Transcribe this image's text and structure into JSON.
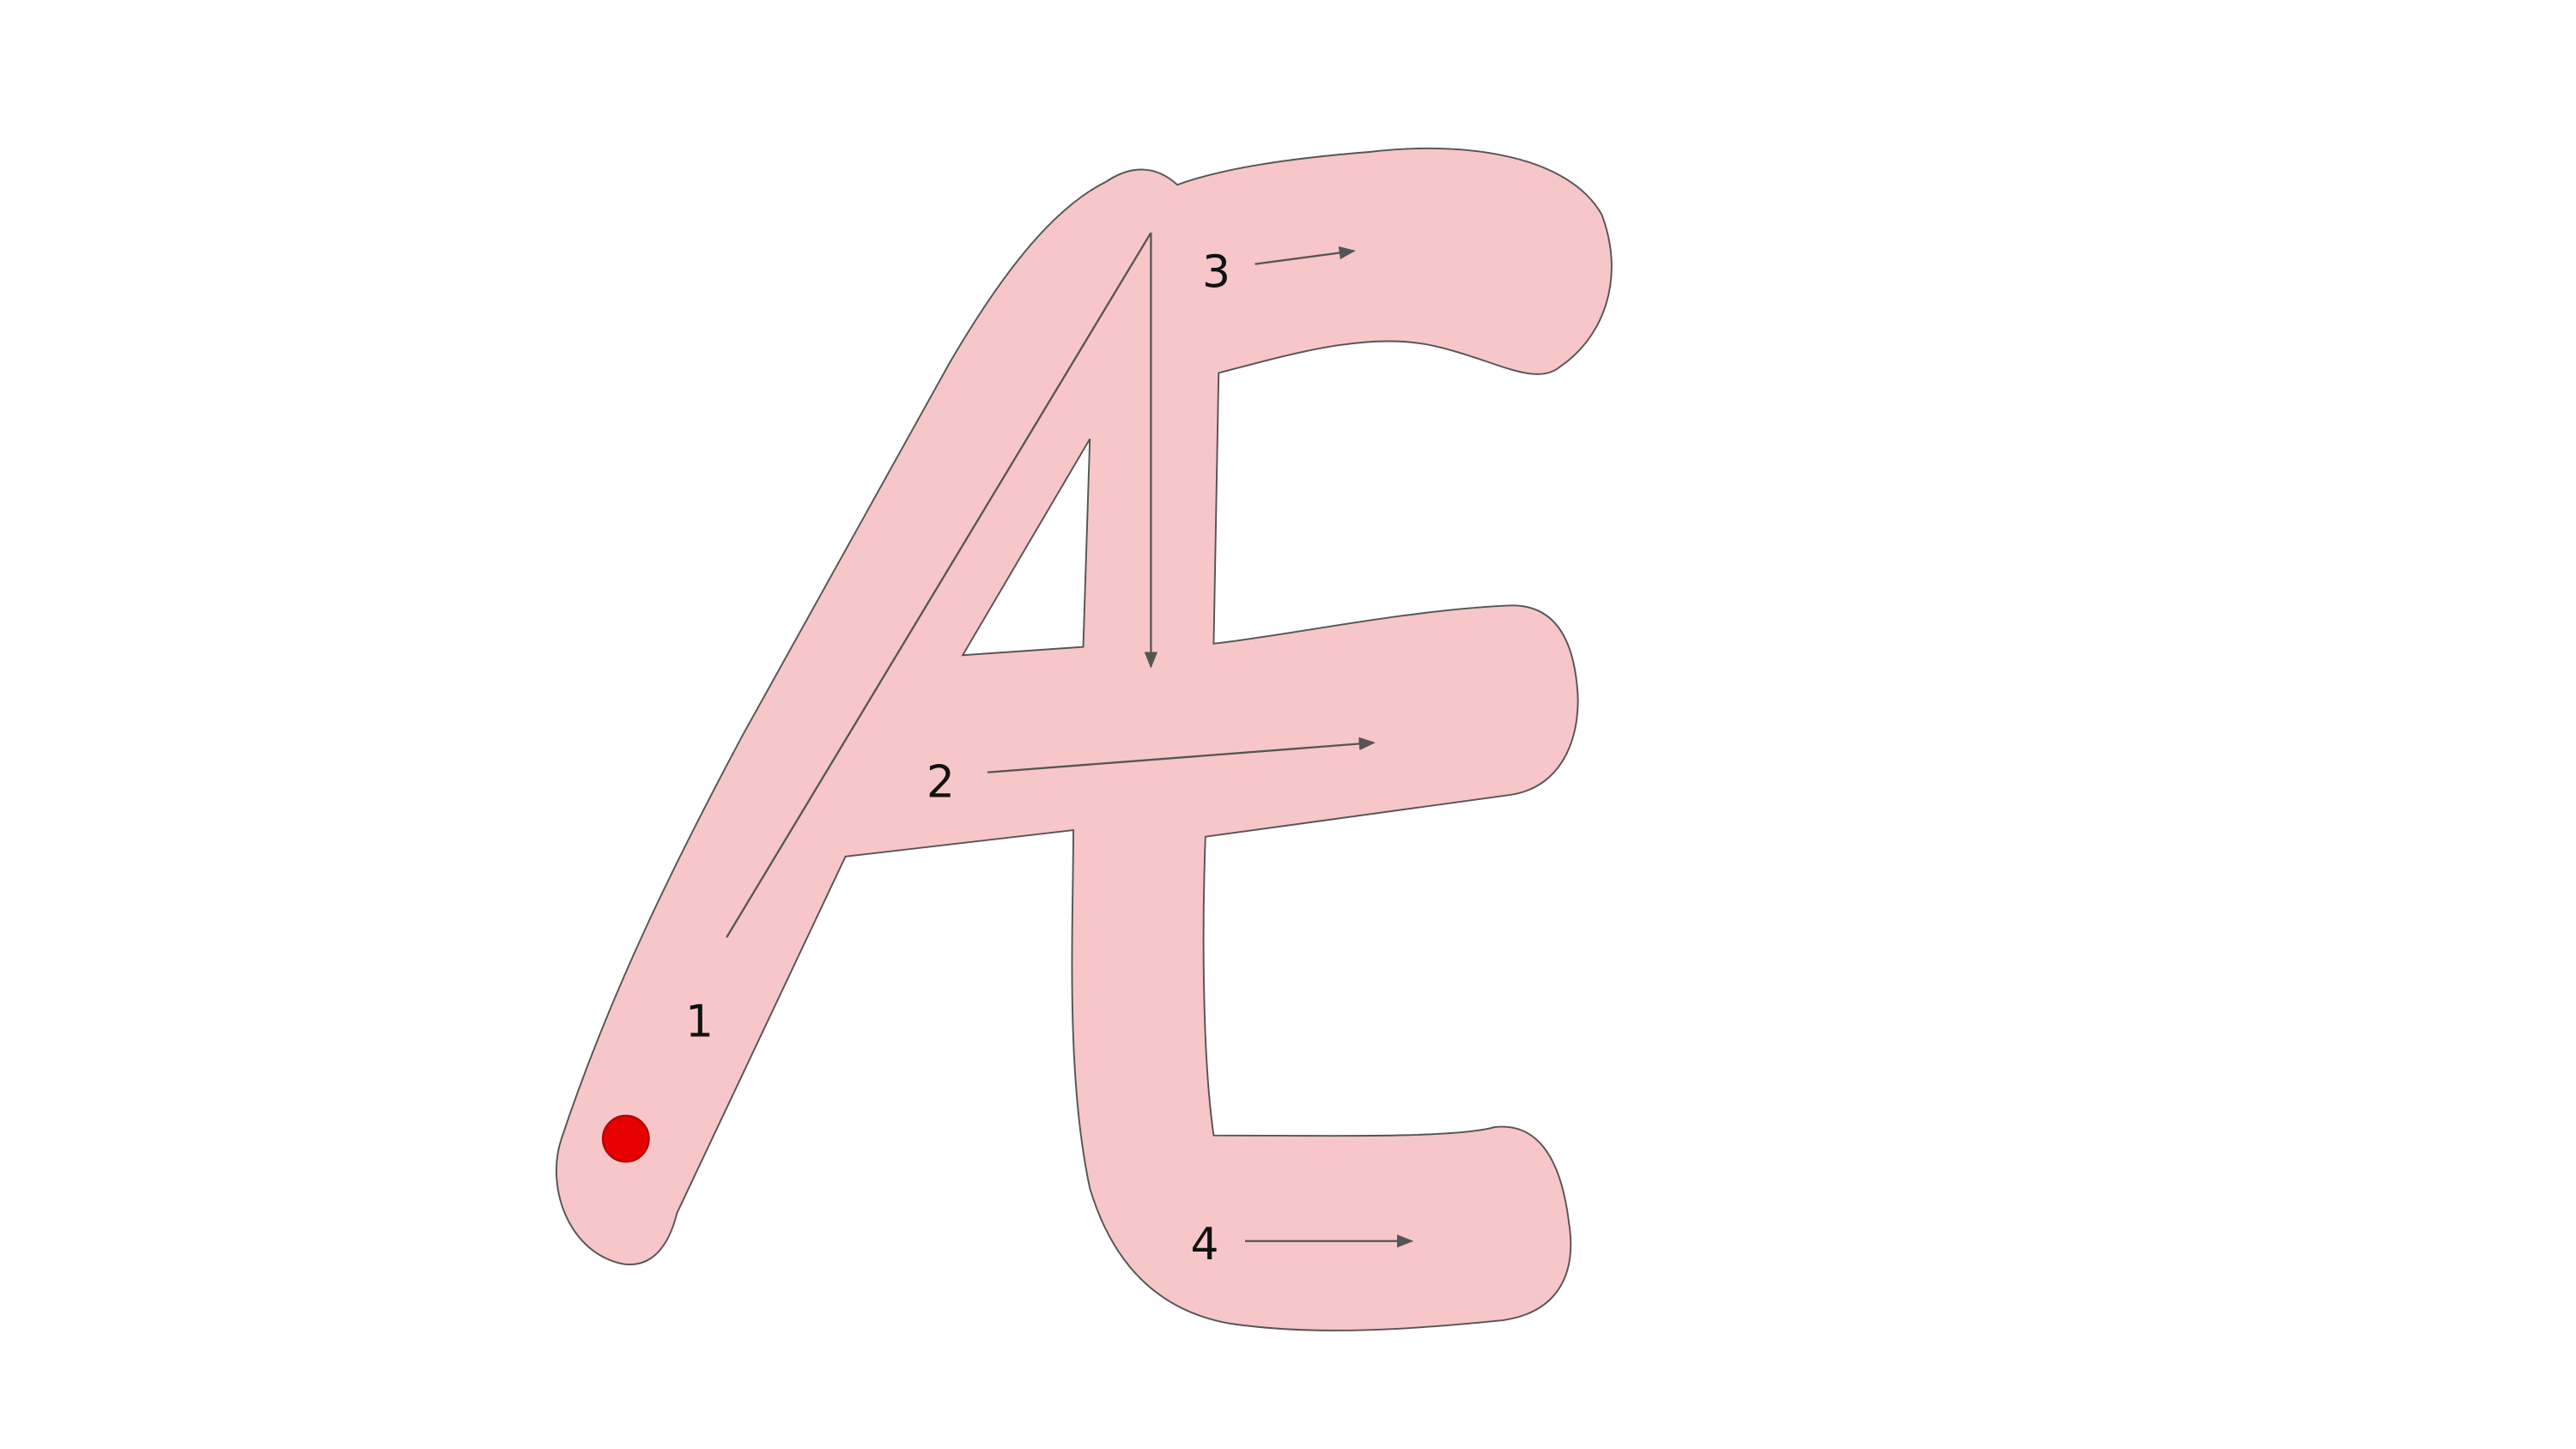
{
  "diagram": {
    "colors": {
      "letter_fill": "#f7c6c8",
      "letter_outline": "#555555",
      "guide_arrow": "#555555",
      "start_dot": "#e60000",
      "start_dot_outline": "#b00000"
    },
    "strokes": [
      {
        "number": "1"
      },
      {
        "number": "2"
      },
      {
        "number": "3"
      },
      {
        "number": "4"
      }
    ]
  }
}
